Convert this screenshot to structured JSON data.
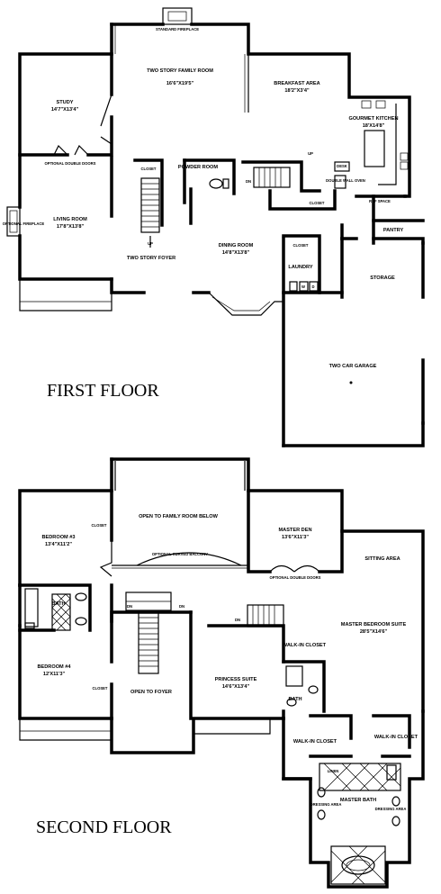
{
  "first_floor": {
    "heading": "FIRST FLOOR",
    "fireplace": "STANDARD FIREPLACE",
    "family_room": {
      "name": "TWO STORY FAMILY ROOM",
      "size": "16'6\"X19'5\""
    },
    "breakfast": {
      "name": "BREAKFAST AREA",
      "size": "18'2\"X3'4\""
    },
    "kitchen": {
      "name": "GOURMET KITCHEN",
      "size": "18'X14'8\""
    },
    "study": {
      "name": "STUDY",
      "size": "14'7\"X13'4\""
    },
    "optional_double_doors": "OPTIONAL DOUBLE DOORS",
    "living_room": {
      "name": "LIVING ROOM",
      "size": "17'8\"X13'8\""
    },
    "optional_fireplace": "OPTIONAL FIREPLACE",
    "closet": "CLOSET",
    "powder_room": "POWDER ROOM",
    "foyer": "TWO STORY FOYER",
    "up": "UP",
    "dn": "DN",
    "dining_room": {
      "name": "DINING ROOM",
      "size": "14'8\"X13'8\""
    },
    "desk": "DESK",
    "double_wall_oven": "DOUBLE WALL OVEN",
    "ref_space": "REF SPACE",
    "pantry": "PANTRY",
    "laundry": "LAUNDRY",
    "storage": "STORAGE",
    "garage": "TWO CAR GARAGE",
    "appliance_w": "W",
    "appliance_d": "D"
  },
  "second_floor": {
    "heading": "SECOND FLOOR",
    "open_family": "OPEN TO FAMILY ROOM BELOW",
    "optional_balcony": "OPTIONAL CURVED BALCONY",
    "bedroom3": {
      "name": "BEDROOM #3",
      "size": "13'4\"X11'2\""
    },
    "master_den": {
      "name": "MASTER DEN",
      "size": "13'6\"X11'3\""
    },
    "double_doors": "OPTIONAL DOUBLE DOORS",
    "closet": "CLOSET",
    "sitting_area": "SITTING AREA",
    "bath": "BATH",
    "master_suite": {
      "name": "MASTER BEDROOM SUITE",
      "size": "28'5\"X14'6\""
    },
    "bedroom4": {
      "name": "BEDROOM #4",
      "size": "12'X11'3\""
    },
    "open_foyer": "OPEN TO FOYER",
    "princess": {
      "name": "PRINCESS SUITE",
      "size": "14'6\"X13'4\""
    },
    "walkin": "WALK-IN CLOSET",
    "linen": "LINEN",
    "master_bath": "MASTER BATH",
    "dressing_area": "DRESSING AREA",
    "dn": "DN"
  }
}
